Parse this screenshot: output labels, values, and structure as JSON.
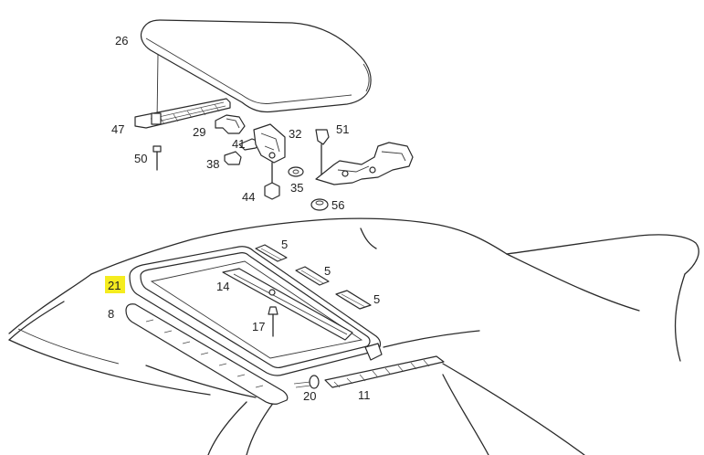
{
  "callouts": {
    "c26": "26",
    "c47": "47",
    "c29": "29",
    "c32": "32",
    "c51": "51",
    "c41": "41",
    "c50": "50",
    "c38": "38",
    "c35": "35",
    "c44": "44",
    "c56": "56",
    "c5a": "5",
    "c5b": "5",
    "c5c": "5",
    "c21": "21",
    "c14": "14",
    "c8": "8",
    "c17": "17",
    "c20": "20",
    "c11": "11"
  },
  "highlight": {
    "callout": "21",
    "color": "#f5ec1f"
  }
}
